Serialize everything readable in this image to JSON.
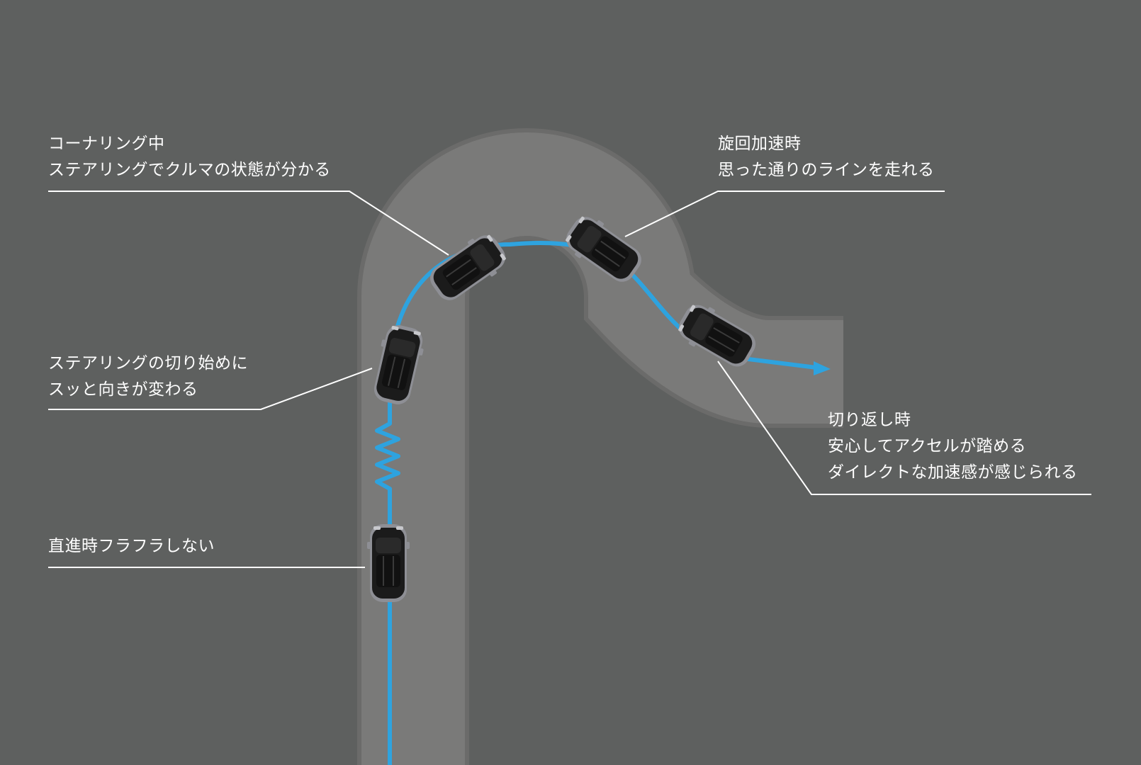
{
  "colors": {
    "background": "#5e605f",
    "road": "#7a7a79",
    "road_edge": "#6b6b6a",
    "trajectory": "#2ea3df",
    "car_body": "#1a1a1a",
    "car_trim": "#8e8f95",
    "leader_line": "#ffffff",
    "label_text": "#ffffff"
  },
  "callouts": {
    "cornering": {
      "line1": "コーナリング中",
      "line2": "ステアリングでクルマの状態が分かる"
    },
    "acceleration": {
      "line1": "旋回加速時",
      "line2": "思った通りのラインを走れる"
    },
    "steering_start": {
      "line1": "ステアリングの切り始めに",
      "line2": "スッと向きが変わる"
    },
    "switchback": {
      "line1": "切り返し時",
      "line2": "安心してアクセルが踏める",
      "line3": "ダイレクトな加速感が感じられる"
    },
    "straight": {
      "line1": "直進時フラフラしない"
    }
  },
  "icons": {
    "car": "car-top-view-icon",
    "arrow": "arrowhead-icon",
    "spring": "spring-zigzag-icon"
  }
}
